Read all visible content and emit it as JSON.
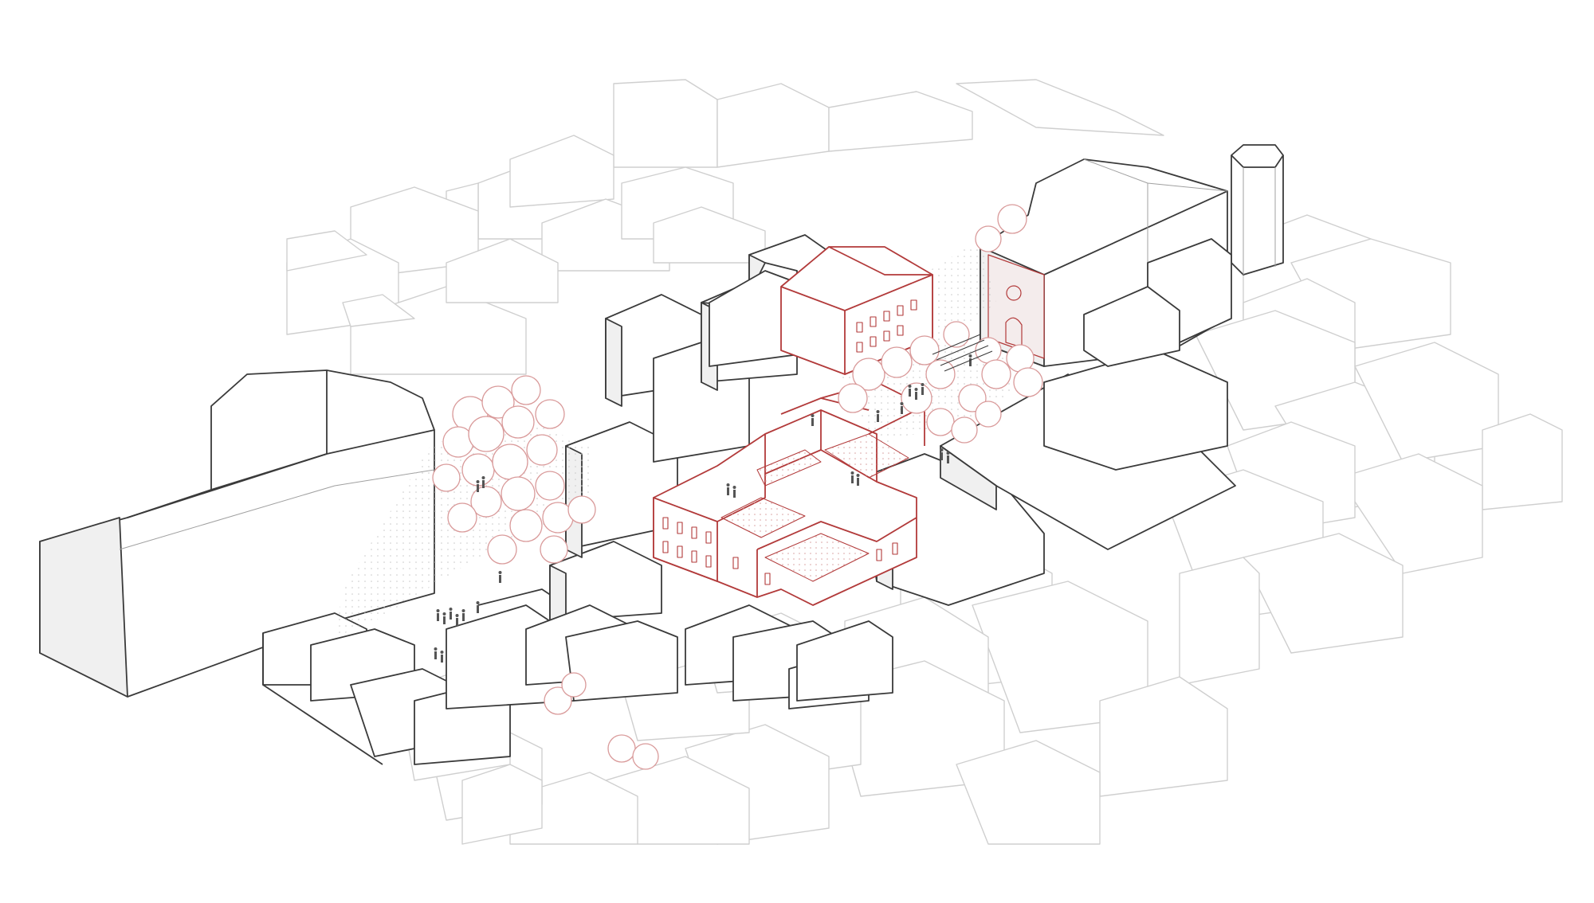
{
  "drawing": {
    "kind": "axonometric urban block drawing",
    "colors": {
      "background": "#ffffff",
      "context_line": "#cfcfcf",
      "context_fill": "#ffffff",
      "focus_line": "#3a3a3a",
      "focus_fill_roof": "#ffffff",
      "focus_fill_side": "#f0f0f0",
      "project_line": "#b23a3a",
      "project_fill": "#ffffff",
      "tree_line": "#d99a9a",
      "people": "#555555",
      "paving_dot": "#c8c8c8"
    },
    "elements": [
      "context-buildings",
      "focus-buildings",
      "church-with-bell-tower",
      "highlighted-project-building",
      "red-outlined-trees",
      "people-figures",
      "plaza-paving"
    ]
  }
}
